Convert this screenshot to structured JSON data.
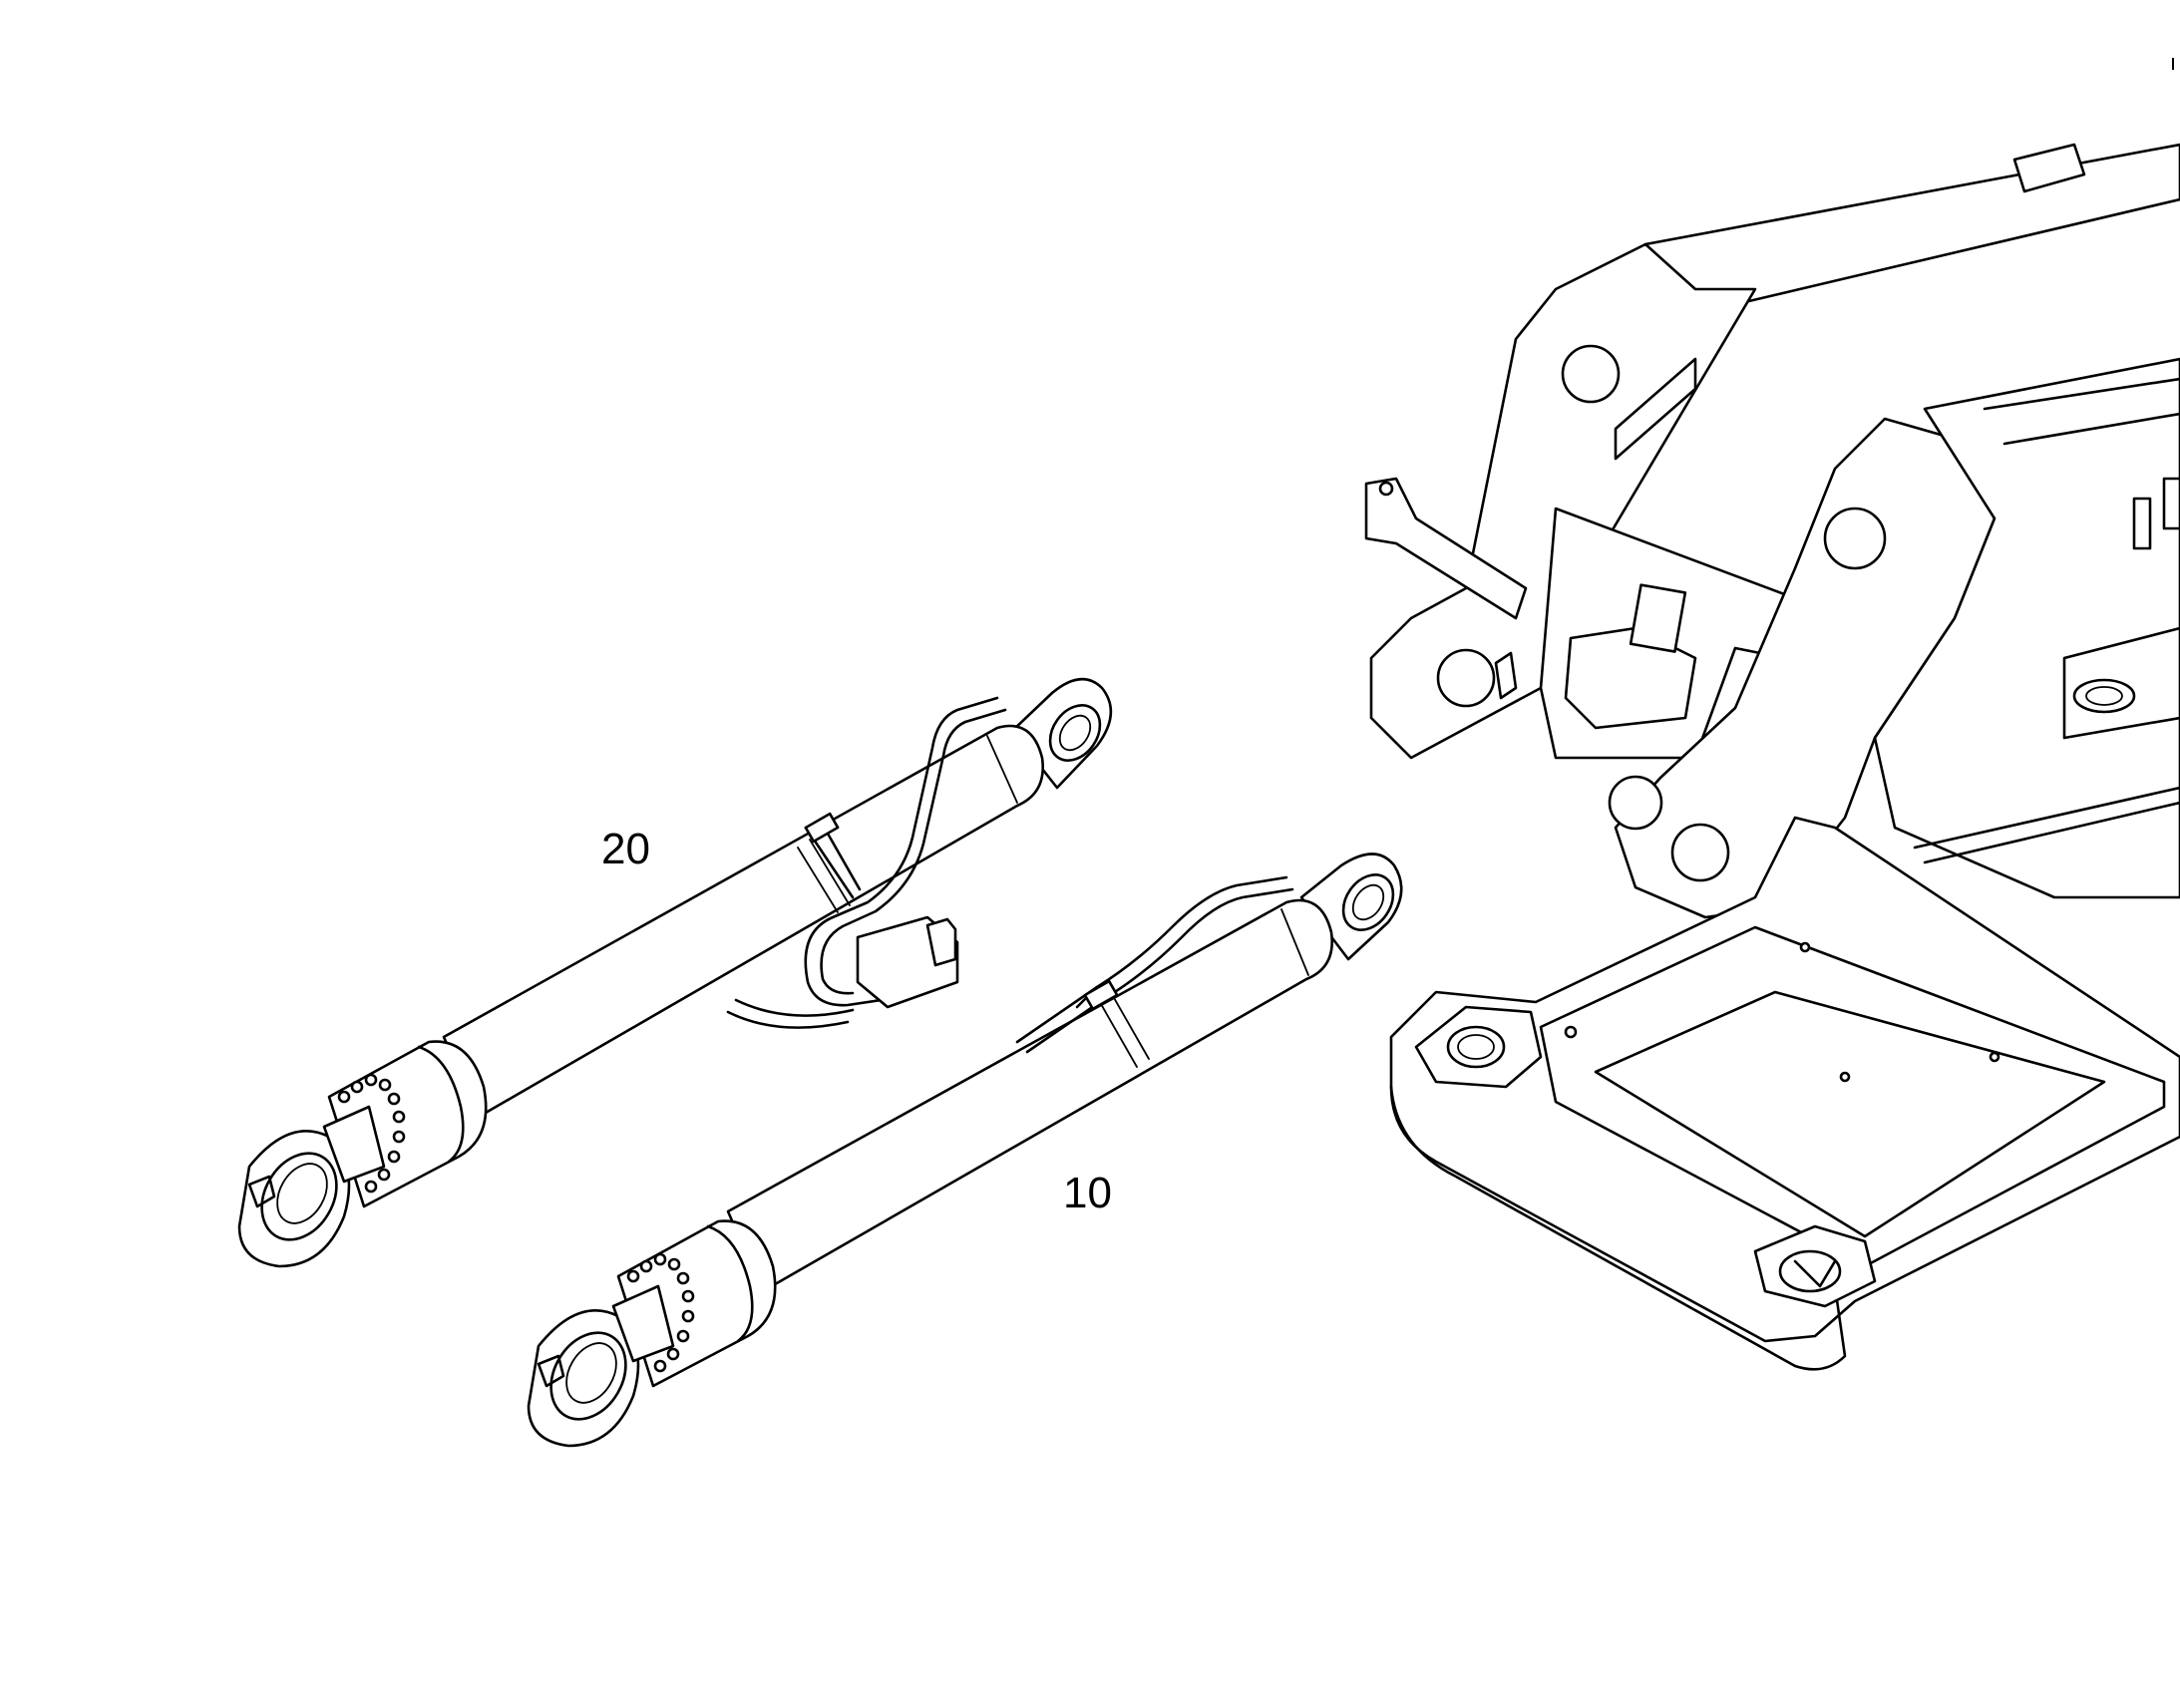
{
  "callouts": [
    {
      "id": "20",
      "text": "20"
    },
    {
      "id": "10",
      "text": "10"
    }
  ],
  "colors": {
    "line": "#000000",
    "background": "#ffffff"
  }
}
